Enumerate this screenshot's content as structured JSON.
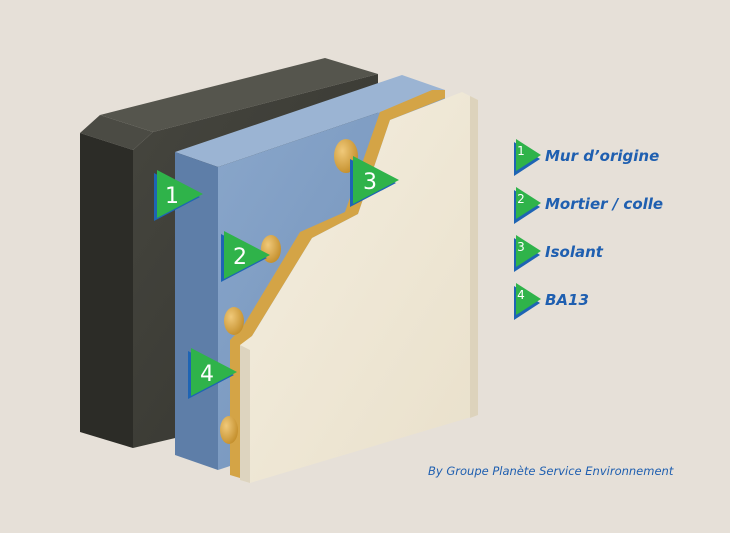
{
  "legend": [
    {
      "number": "1",
      "label": "Mur d’origine"
    },
    {
      "number": "2",
      "label": "Mortier / colle"
    },
    {
      "number": "3",
      "label": "Isolant"
    },
    {
      "number": "4",
      "label": "BA13"
    }
  ],
  "credit": "By Groupe Planète Service Environnement",
  "colors": {
    "background": "#e6e0d8",
    "wall": "#3f3f38",
    "insulation": "#7d9cc4",
    "glue": "#d9a94a",
    "plasterboard": "#f1ead9",
    "marker_green": "#2fb34a",
    "marker_blue": "#1e64b4",
    "text_blue": "#1f5fb0"
  }
}
